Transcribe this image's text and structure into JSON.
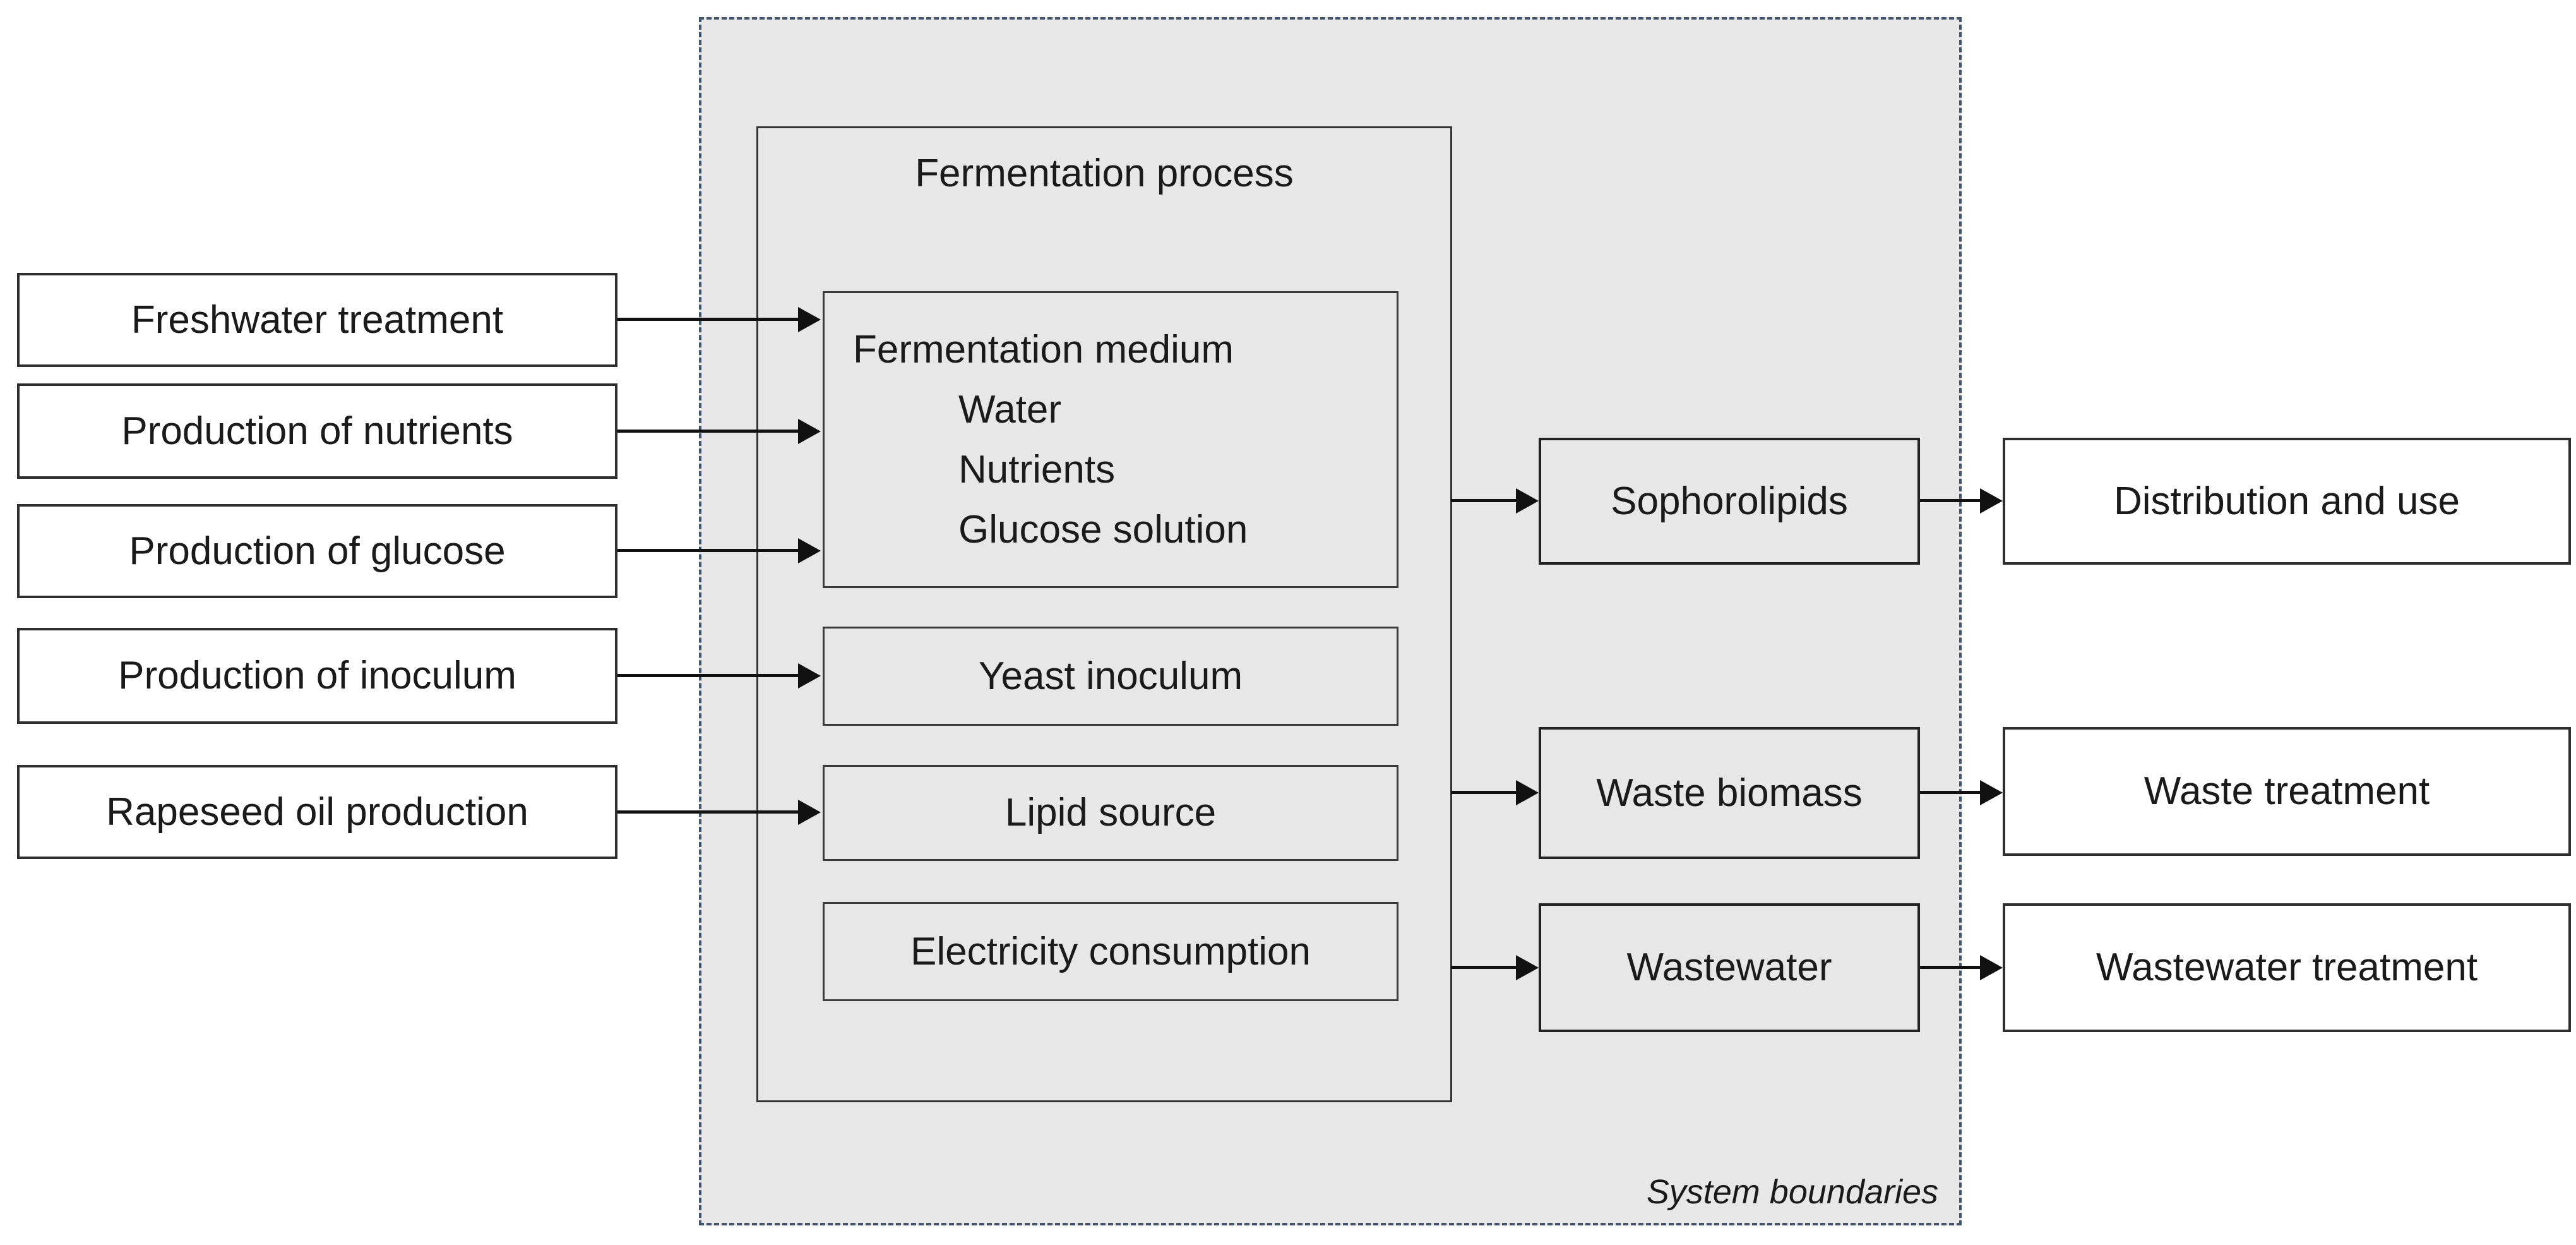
{
  "diagram": {
    "boundary_label": "System boundaries",
    "process": {
      "title": "Fermentation process",
      "medium_title": "Fermentation medium",
      "medium_items": [
        "Water",
        "Nutrients",
        "Glucose solution"
      ],
      "boxes": [
        "Yeast inoculum",
        "Lipid source",
        "Electricity consumption"
      ]
    },
    "inputs": [
      "Freshwater treatment",
      "Production of nutrients",
      "Production of glucose",
      "Production of inoculum",
      "Rapeseed oil production"
    ],
    "outputs": [
      "Sophorolipids",
      "Waste biomass",
      "Wastewater"
    ],
    "destinations": [
      "Distribution and use",
      "Waste treatment",
      "Wastewater treatment"
    ],
    "colors": {
      "boundary_fill": "#e7e7e7",
      "boundary_dash": "#44546a",
      "box_border": "#2e2e2e",
      "arrow": "#111111",
      "outer_box_fill": "#ffffff",
      "inner_box_fill": "#e7e7e7"
    }
  }
}
